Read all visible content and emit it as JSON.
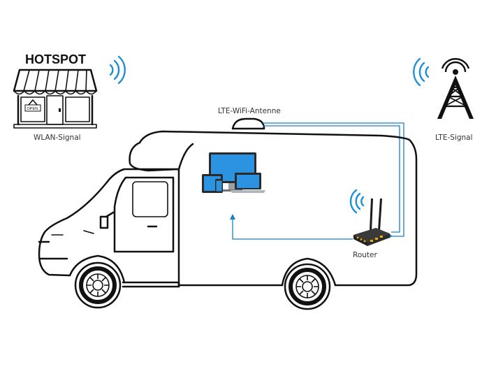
{
  "hotspot": {
    "sign": "HOTSPOT",
    "door_sign": "OPEN",
    "label": "WLAN-Signal"
  },
  "tower": {
    "label": "LTE-Signal"
  },
  "antenna": {
    "label": "LTE-WiFi-Antenne"
  },
  "router": {
    "label": "Router"
  },
  "devices": {
    "icons": [
      "monitor-icon",
      "tablet-icon",
      "smartphone-icon",
      "laptop-icon"
    ]
  },
  "colors": {
    "signal": "#1a8fd8",
    "cable": "#1a7fc8",
    "outline": "#111111",
    "screen": "#2b93e2",
    "label_text": "#333333"
  }
}
